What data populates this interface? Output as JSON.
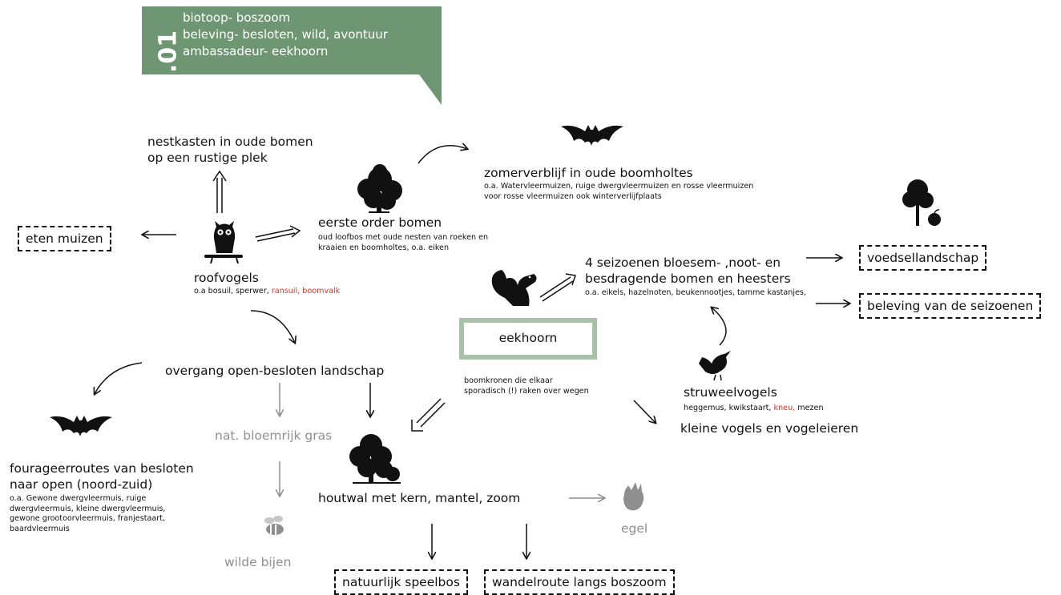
{
  "banner": {
    "number": ".01",
    "line1": "biotoop- boszoom",
    "line2": "beleving- besloten, wild, avontuur",
    "line3": "ambassadeur- eekhoorn"
  },
  "nestkasten": {
    "line1": "nestkasten in oude bomen",
    "line2": "op een rustige plek"
  },
  "eten_muizen": "eten muizen",
  "roofvogels": {
    "title": "roofvogels",
    "sub_prefix": "o.a bosuil, sperwer, ",
    "sub_red": "ransuil, boomvalk"
  },
  "eerste_order": {
    "title": "eerste order bomen",
    "sub1": "oud loofbos met oude nesten van roeken en",
    "sub2": "kraaien en boomholtes, o.a. eiken"
  },
  "zomer": {
    "title": "zomerverblijf in oude boomholtes",
    "sub1": "o.a. Watervleermuizen, ruige dwergvleermuizen en rosse vleermuizen",
    "sub2": "voor rosse vleermuizen ook winterverlijfplaats"
  },
  "seizoenen": {
    "line1": "4 seizoenen bloesem- ,noot- en",
    "line2": "besdragende bomen en heesters",
    "sub": "o.a. eikels, hazelnoten, beukennootjes, tamme kastanjes,"
  },
  "voedsellandschap": "voedsellandschap",
  "beleving_seizoenen": "beleving van de seizoenen",
  "eekhoorn": {
    "label": "eekhoorn",
    "sub1": "boomkronen die elkaar",
    "sub2": "sporadisch (!) raken over wegen"
  },
  "overgang": "overgang open-besloten landschap",
  "nat_gras": "nat. bloemrijk gras",
  "wilde_bijen": "wilde bijen",
  "houtwal": "houtwal met kern, mantel, zoom",
  "egel": "egel",
  "natuurlijk_speelbos": "natuurlijk speelbos",
  "wandelroute": "wandelroute langs boszoom",
  "struweelvogels": {
    "title": "struweelvogels",
    "sub_prefix": "heggemus, kwikstaart, ",
    "sub_red": "kneu,",
    "sub_suffix": " mezen"
  },
  "kleine_vogels": "kleine vogels en vogeleieren",
  "fourage": {
    "line1": "fourageerroutes van besloten",
    "line2": "naar open (noord-zuid)",
    "sub1": "o.a. Gewone dwergvleermuis, ruige",
    "sub2": "dwergvleermuis, kleine dwergvleermuis,",
    "sub3": "gewone grootoorvleermuis, franjestaart,",
    "sub4": "baardvleermuis"
  },
  "colors": {
    "banner": "#6f9672",
    "box_border": "#a7c2a8",
    "red": "#d8332a",
    "grey": "#8f8f8f"
  }
}
